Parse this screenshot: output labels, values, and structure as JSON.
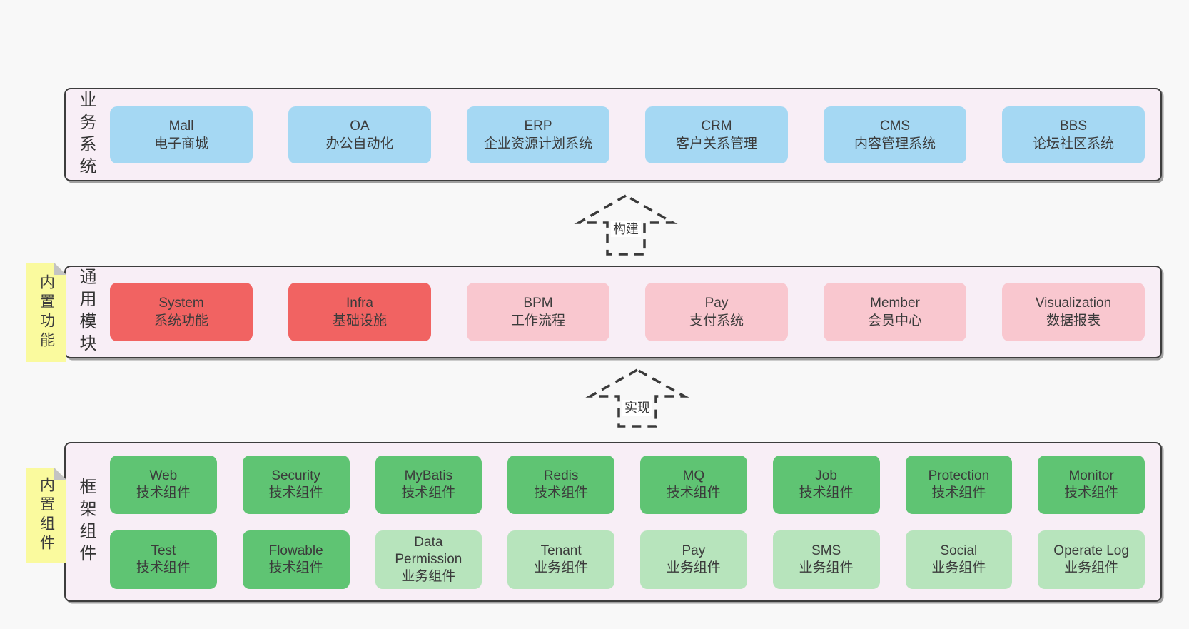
{
  "colors": {
    "page_bg": "#f8f8f8",
    "band_bg": "#f8eef6",
    "band_border": "#3d3d3d",
    "text": "#3b3b3b",
    "box_blue": "#a5d8f3",
    "box_red": "#f16362",
    "box_pink": "#f9c7cf",
    "box_green": "#5fc473",
    "box_light_green": "#b7e4bc",
    "sticky_yellow": "#fafa9e",
    "fold_gray": "#c3c3c3"
  },
  "bands": [
    {
      "label": "业务系统",
      "boxes": [
        {
          "name": "Mall",
          "subtitle": "电子商城"
        },
        {
          "name": "OA",
          "subtitle": "办公自动化"
        },
        {
          "name": "ERP",
          "subtitle": "企业资源计划系统"
        },
        {
          "name": "CRM",
          "subtitle": "客户关系管理"
        },
        {
          "name": "CMS",
          "subtitle": "内容管理系统"
        },
        {
          "name": "BBS",
          "subtitle": "论坛社区系统"
        }
      ]
    },
    {
      "label": "通用模块",
      "boxes": [
        {
          "name": "System",
          "subtitle": "系统功能"
        },
        {
          "name": "Infra",
          "subtitle": "基础设施"
        },
        {
          "name": "BPM",
          "subtitle": "工作流程"
        },
        {
          "name": "Pay",
          "subtitle": "支付系统"
        },
        {
          "name": "Member",
          "subtitle": "会员中心"
        },
        {
          "name": "Visualization",
          "subtitle": "数据报表"
        }
      ]
    },
    {
      "label": "框架组件",
      "rows": [
        [
          {
            "name": "Web",
            "subtitle": "技术组件"
          },
          {
            "name": "Security",
            "subtitle": "技术组件"
          },
          {
            "name": "MyBatis",
            "subtitle": "技术组件"
          },
          {
            "name": "Redis",
            "subtitle": "技术组件"
          },
          {
            "name": "MQ",
            "subtitle": "技术组件"
          },
          {
            "name": "Job",
            "subtitle": "技术组件"
          },
          {
            "name": "Protection",
            "subtitle": "技术组件"
          },
          {
            "name": "Monitor",
            "subtitle": "技术组件"
          }
        ],
        [
          {
            "name": "Test",
            "subtitle": "技术组件"
          },
          {
            "name": "Flowable",
            "subtitle": "技术组件"
          },
          {
            "name": "Data Permission",
            "subtitle": "业务组件"
          },
          {
            "name": "Tenant",
            "subtitle": "业务组件"
          },
          {
            "name": "Pay",
            "subtitle": "业务组件"
          },
          {
            "name": "SMS",
            "subtitle": "业务组件"
          },
          {
            "name": "Social",
            "subtitle": "业务组件"
          },
          {
            "name": "Operate Log",
            "subtitle": "业务组件"
          }
        ]
      ]
    }
  ],
  "stickies": [
    {
      "label": "内置功能"
    },
    {
      "label": "内置组件"
    }
  ],
  "arrows": [
    {
      "label": "构建"
    },
    {
      "label": "实现"
    }
  ]
}
